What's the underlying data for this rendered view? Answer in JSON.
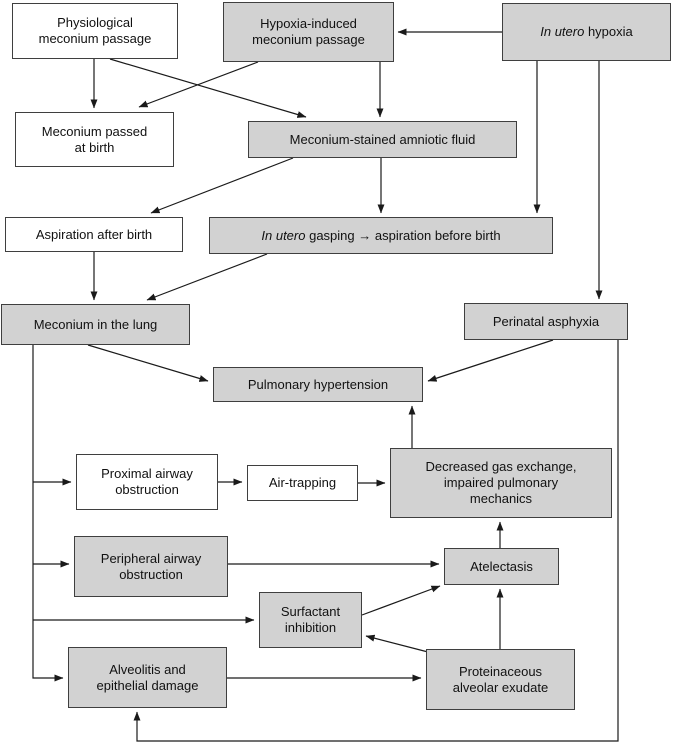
{
  "diagram": {
    "type": "flowchart",
    "colors": {
      "background": "#ffffff",
      "box_fill_gray": "#d2d2d2",
      "box_fill_white": "#ffffff",
      "box_border": "#3f3f3f",
      "arrow_line": "#1a1a1a",
      "text": "#111111"
    }
  },
  "nodes": {
    "physiological": {
      "lines": [
        "Physiological",
        "meconium passage"
      ],
      "fill": "white"
    },
    "hypoxia_induced": {
      "lines": [
        "Hypoxia-induced",
        "meconium passage"
      ],
      "fill": "gray"
    },
    "in_utero_hypoxia": {
      "italic": "In utero",
      "rest": " hypoxia",
      "fill": "gray"
    },
    "meconium_passed": {
      "lines": [
        "Meconium passed",
        "at birth"
      ],
      "fill": "white"
    },
    "meconium_stained": {
      "lines": [
        "Meconium-stained amniotic fluid"
      ],
      "fill": "gray"
    },
    "aspiration_after": {
      "lines": [
        "Aspiration after birth"
      ],
      "fill": "white"
    },
    "in_utero_gasping": {
      "italic": "In utero",
      "rest": " gasping → aspiration before birth",
      "fill": "gray"
    },
    "meconium_lung": {
      "lines": [
        "Meconium in the lung"
      ],
      "fill": "gray"
    },
    "perinatal": {
      "lines": [
        "Perinatal asphyxia"
      ],
      "fill": "gray"
    },
    "pulmonary": {
      "lines": [
        "Pulmonary hypertension"
      ],
      "fill": "gray"
    },
    "proximal": {
      "lines": [
        "Proximal airway",
        "obstruction"
      ],
      "fill": "white"
    },
    "air_trapping": {
      "lines": [
        "Air-trapping"
      ],
      "fill": "white"
    },
    "decreased_gas": {
      "lines": [
        "Decreased gas exchange,",
        "impaired pulmonary",
        "mechanics"
      ],
      "fill": "gray"
    },
    "peripheral": {
      "lines": [
        "Peripheral airway",
        "obstruction"
      ],
      "fill": "gray"
    },
    "surfactant": {
      "lines": [
        "Surfactant",
        "inhibition"
      ],
      "fill": "gray"
    },
    "atelectasis": {
      "lines": [
        "Atelectasis"
      ],
      "fill": "gray"
    },
    "alveolitis": {
      "lines": [
        "Alveolitis and",
        "epithelial damage"
      ],
      "fill": "gray"
    },
    "proteinaceous": {
      "lines": [
        "Proteinaceous",
        "alveolar exudate"
      ],
      "fill": "gray"
    }
  },
  "edges": [
    {
      "from": "physiological",
      "to": "meconium_passed"
    },
    {
      "from": "physiological",
      "to": "meconium_stained"
    },
    {
      "from": "hypoxia_induced",
      "to": "meconium_passed"
    },
    {
      "from": "hypoxia_induced",
      "to": "meconium_stained"
    },
    {
      "from": "in_utero_hypoxia",
      "to": "hypoxia_induced"
    },
    {
      "from": "meconium_stained",
      "to": "aspiration_after"
    },
    {
      "from": "meconium_stained",
      "to": "in_utero_gasping"
    },
    {
      "from": "in_utero_hypoxia",
      "to": "in_utero_gasping"
    },
    {
      "from": "in_utero_hypoxia",
      "to": "perinatal"
    },
    {
      "from": "in_utero_gasping",
      "to": "meconium_lung"
    },
    {
      "from": "aspiration_after",
      "to": "meconium_lung"
    },
    {
      "from": "meconium_lung",
      "to": "pulmonary"
    },
    {
      "from": "perinatal",
      "to": "pulmonary"
    },
    {
      "from": "decreased_gas",
      "to": "pulmonary"
    },
    {
      "from": "meconium_lung",
      "to": "proximal"
    },
    {
      "from": "meconium_lung",
      "to": "peripheral"
    },
    {
      "from": "meconium_lung",
      "to": "surfactant"
    },
    {
      "from": "meconium_lung",
      "to": "alveolitis"
    },
    {
      "from": "proximal",
      "to": "air_trapping"
    },
    {
      "from": "air_trapping",
      "to": "decreased_gas"
    },
    {
      "from": "peripheral",
      "to": "atelectasis"
    },
    {
      "from": "surfactant",
      "to": "atelectasis"
    },
    {
      "from": "atelectasis",
      "to": "decreased_gas"
    },
    {
      "from": "proteinaceous",
      "to": "atelectasis"
    },
    {
      "from": "proteinaceous",
      "to": "surfactant"
    },
    {
      "from": "alveolitis",
      "to": "proteinaceous"
    },
    {
      "from": "perinatal",
      "to": "alveolitis"
    }
  ]
}
